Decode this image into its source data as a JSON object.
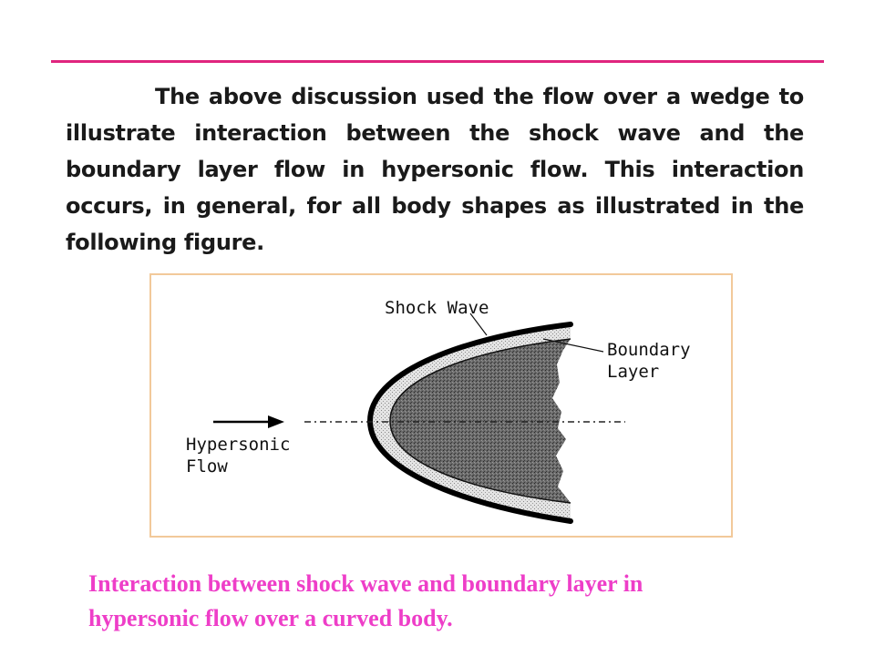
{
  "slide": {
    "accent_color": "#e0247e",
    "caption_color": "#ee3ec8",
    "paragraph": "The above discussion used the flow over a wedge to illustrate interaction between the shock wave and the boundary layer flow in hypersonic flow. This interaction occurs, in general, for all body shapes as illustrated in the following figure.",
    "caption_line1": "Interaction between shock wave and boundary layer in",
    "caption_line2": "hypersonic flow over a curved body."
  },
  "figure": {
    "shock_wave_label": "Shock Wave",
    "boundary_label_line1": "Boundary",
    "boundary_label_line2": "Layer",
    "flow_label_line1": "Hypersonic",
    "flow_label_line2": "Flow"
  }
}
